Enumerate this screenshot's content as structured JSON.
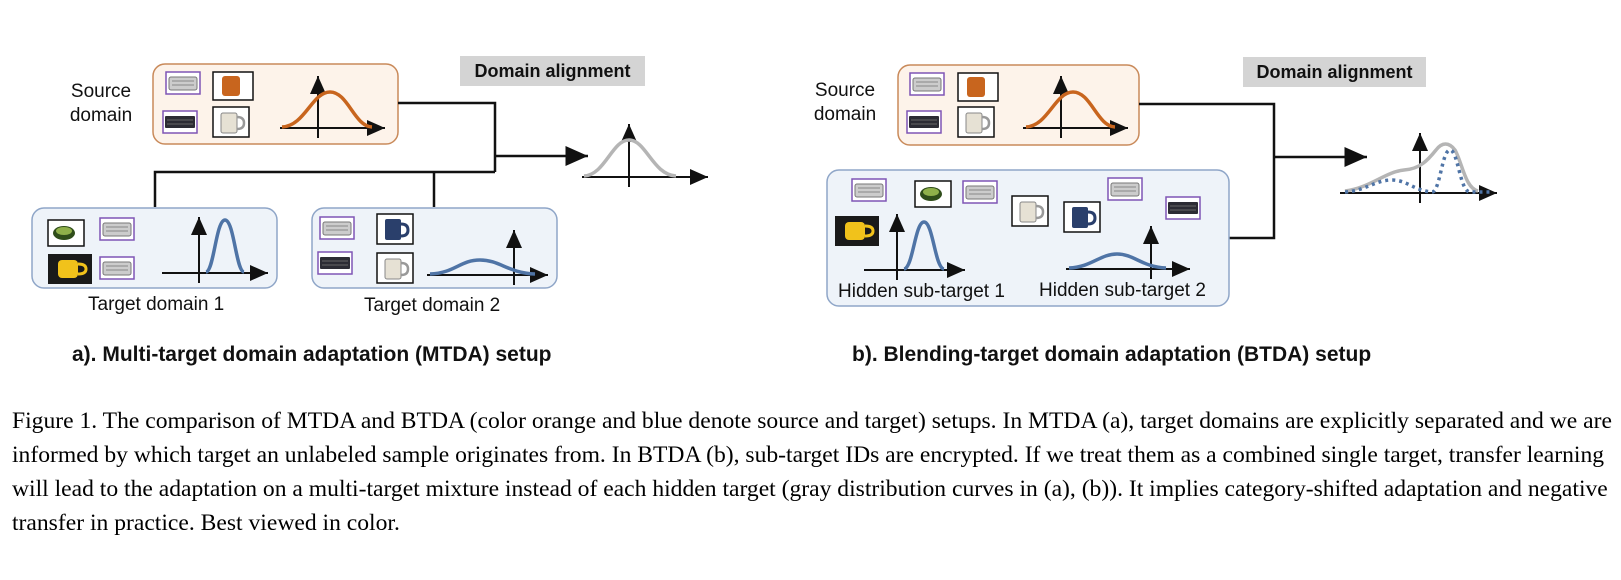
{
  "panel_a": {
    "source_label": "Source\ndomain",
    "alignment_label": "Domain alignment",
    "target1_label": "Target domain 1",
    "target2_label": "Target domain 2",
    "caption": "a). Multi-target domain adaptation (MTDA) setup"
  },
  "panel_b": {
    "source_label": "Source\ndomain",
    "alignment_label": "Domain alignment",
    "hidden1_label": "Hidden sub-target 1",
    "hidden2_label": "Hidden sub-target 2",
    "caption": "b). Blending-target domain adaptation (BTDA) setup"
  },
  "figure_caption": "Figure 1. The comparison of MTDA and BTDA (color orange and blue denote source and target) setups. In MTDA (a), target domains are explicitly separated and we are informed by which target an unlabeled sample originates from. In BTDA (b), sub-target IDs are encrypted. If we treat them as a combined single target, transfer learning will lead to the adaptation on a multi-target mixture instead of each hidden target (gray distribution curves in (a), (b)). It implies category-shifted adaptation and negative transfer in practice. Best viewed in color.",
  "colors": {
    "source_border": "#c98a5a",
    "source_fill": "#fdf3ea",
    "source_curve": "#c8651e",
    "target_border": "#8fa6c8",
    "target_fill": "#eef3f9",
    "target_curve": "#4f74a6",
    "mixture_curve": "#b5b5b5",
    "badge_bg": "#d4d4d4"
  },
  "icons": [
    "keyboard-icon",
    "mug-icon"
  ]
}
